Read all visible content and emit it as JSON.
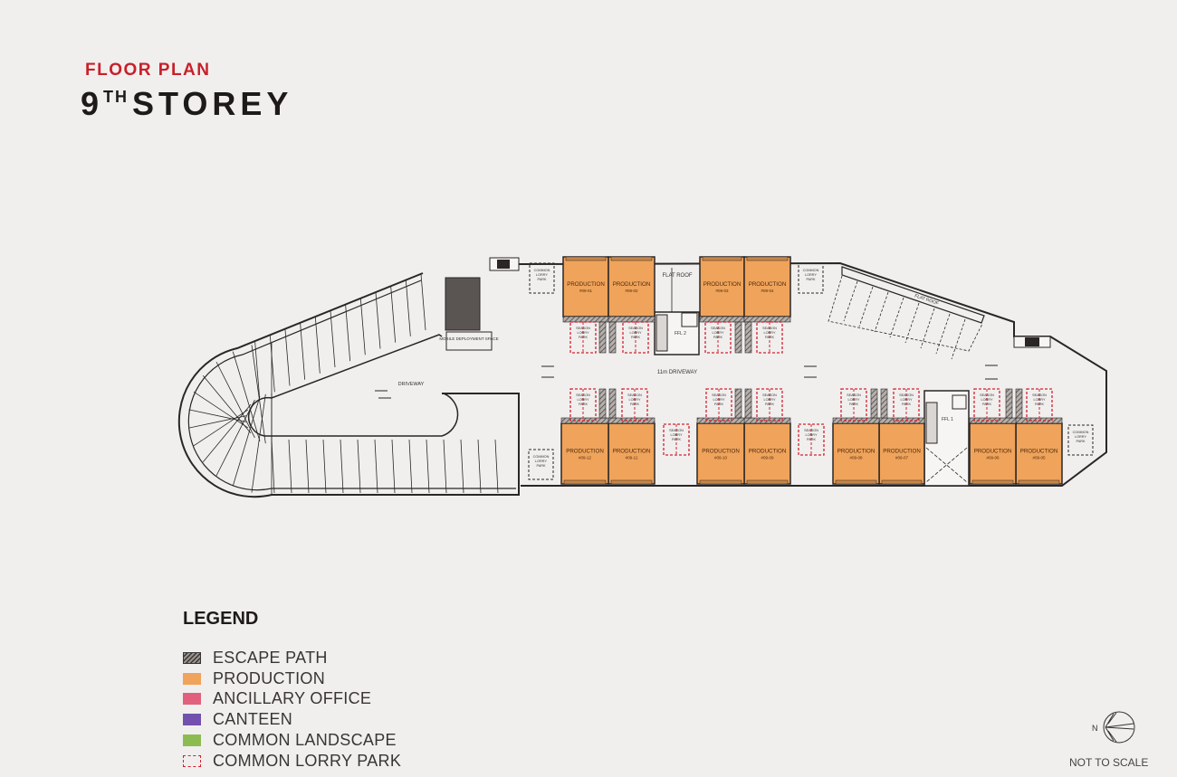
{
  "header": {
    "subtitle": "FLOOR PLAN",
    "title_num": "9",
    "title_sup": "TH",
    "title_word": "STOREY"
  },
  "plan": {
    "labels": {
      "flat_roof": "FLAT ROOF",
      "flat_roof_right": "FLAT ROOF",
      "ffl2": "FFL 2",
      "ffl1": "FFL 1",
      "driveway_main": "11m DRIVEWAY",
      "driveway_left": "DRIVEWAY",
      "mobile_space": "MOBILE DEPLOYMENT SPACE",
      "season_lorry_park": "SEASON LORRY PARK",
      "common_lorry_park": "COMMON LORRY PARK"
    },
    "units": [
      {
        "type": "PRODUCTION",
        "number": "#09-01"
      },
      {
        "type": "PRODUCTION",
        "number": "#09-02"
      },
      {
        "type": "PRODUCTION",
        "number": "#09-03"
      },
      {
        "type": "PRODUCTION",
        "number": "#09-04"
      },
      {
        "type": "PRODUCTION",
        "number": "#09-05"
      },
      {
        "type": "PRODUCTION",
        "number": "#09-06"
      },
      {
        "type": "PRODUCTION",
        "number": "#09-07"
      },
      {
        "type": "PRODUCTION",
        "number": "#09-08"
      },
      {
        "type": "PRODUCTION",
        "number": "#09-09"
      },
      {
        "type": "PRODUCTION",
        "number": "#09-10"
      },
      {
        "type": "PRODUCTION",
        "number": "#09-11"
      },
      {
        "type": "PRODUCTION",
        "number": "#09-12"
      }
    ],
    "colors": {
      "production": "#f0a35a",
      "escape": "#8a8480",
      "lorry": "#d4202e",
      "line": "#2a2626"
    }
  },
  "legend": {
    "title": "LEGEND",
    "items": [
      {
        "label": "ESCAPE PATH",
        "color": "#8a8480"
      },
      {
        "label": "PRODUCTION",
        "color": "#f0a35a"
      },
      {
        "label": "ANCILLARY OFFICE",
        "color": "#e0607e"
      },
      {
        "label": "CANTEEN",
        "color": "#7350ad"
      },
      {
        "label": "COMMON LANDSCAPE",
        "color": "#8cbc50"
      },
      {
        "label": "COMMON LORRY PARK",
        "color": "#d4202e"
      }
    ]
  },
  "compass": {
    "north": "N"
  },
  "footer": {
    "not_to_scale": "NOT TO SCALE"
  }
}
